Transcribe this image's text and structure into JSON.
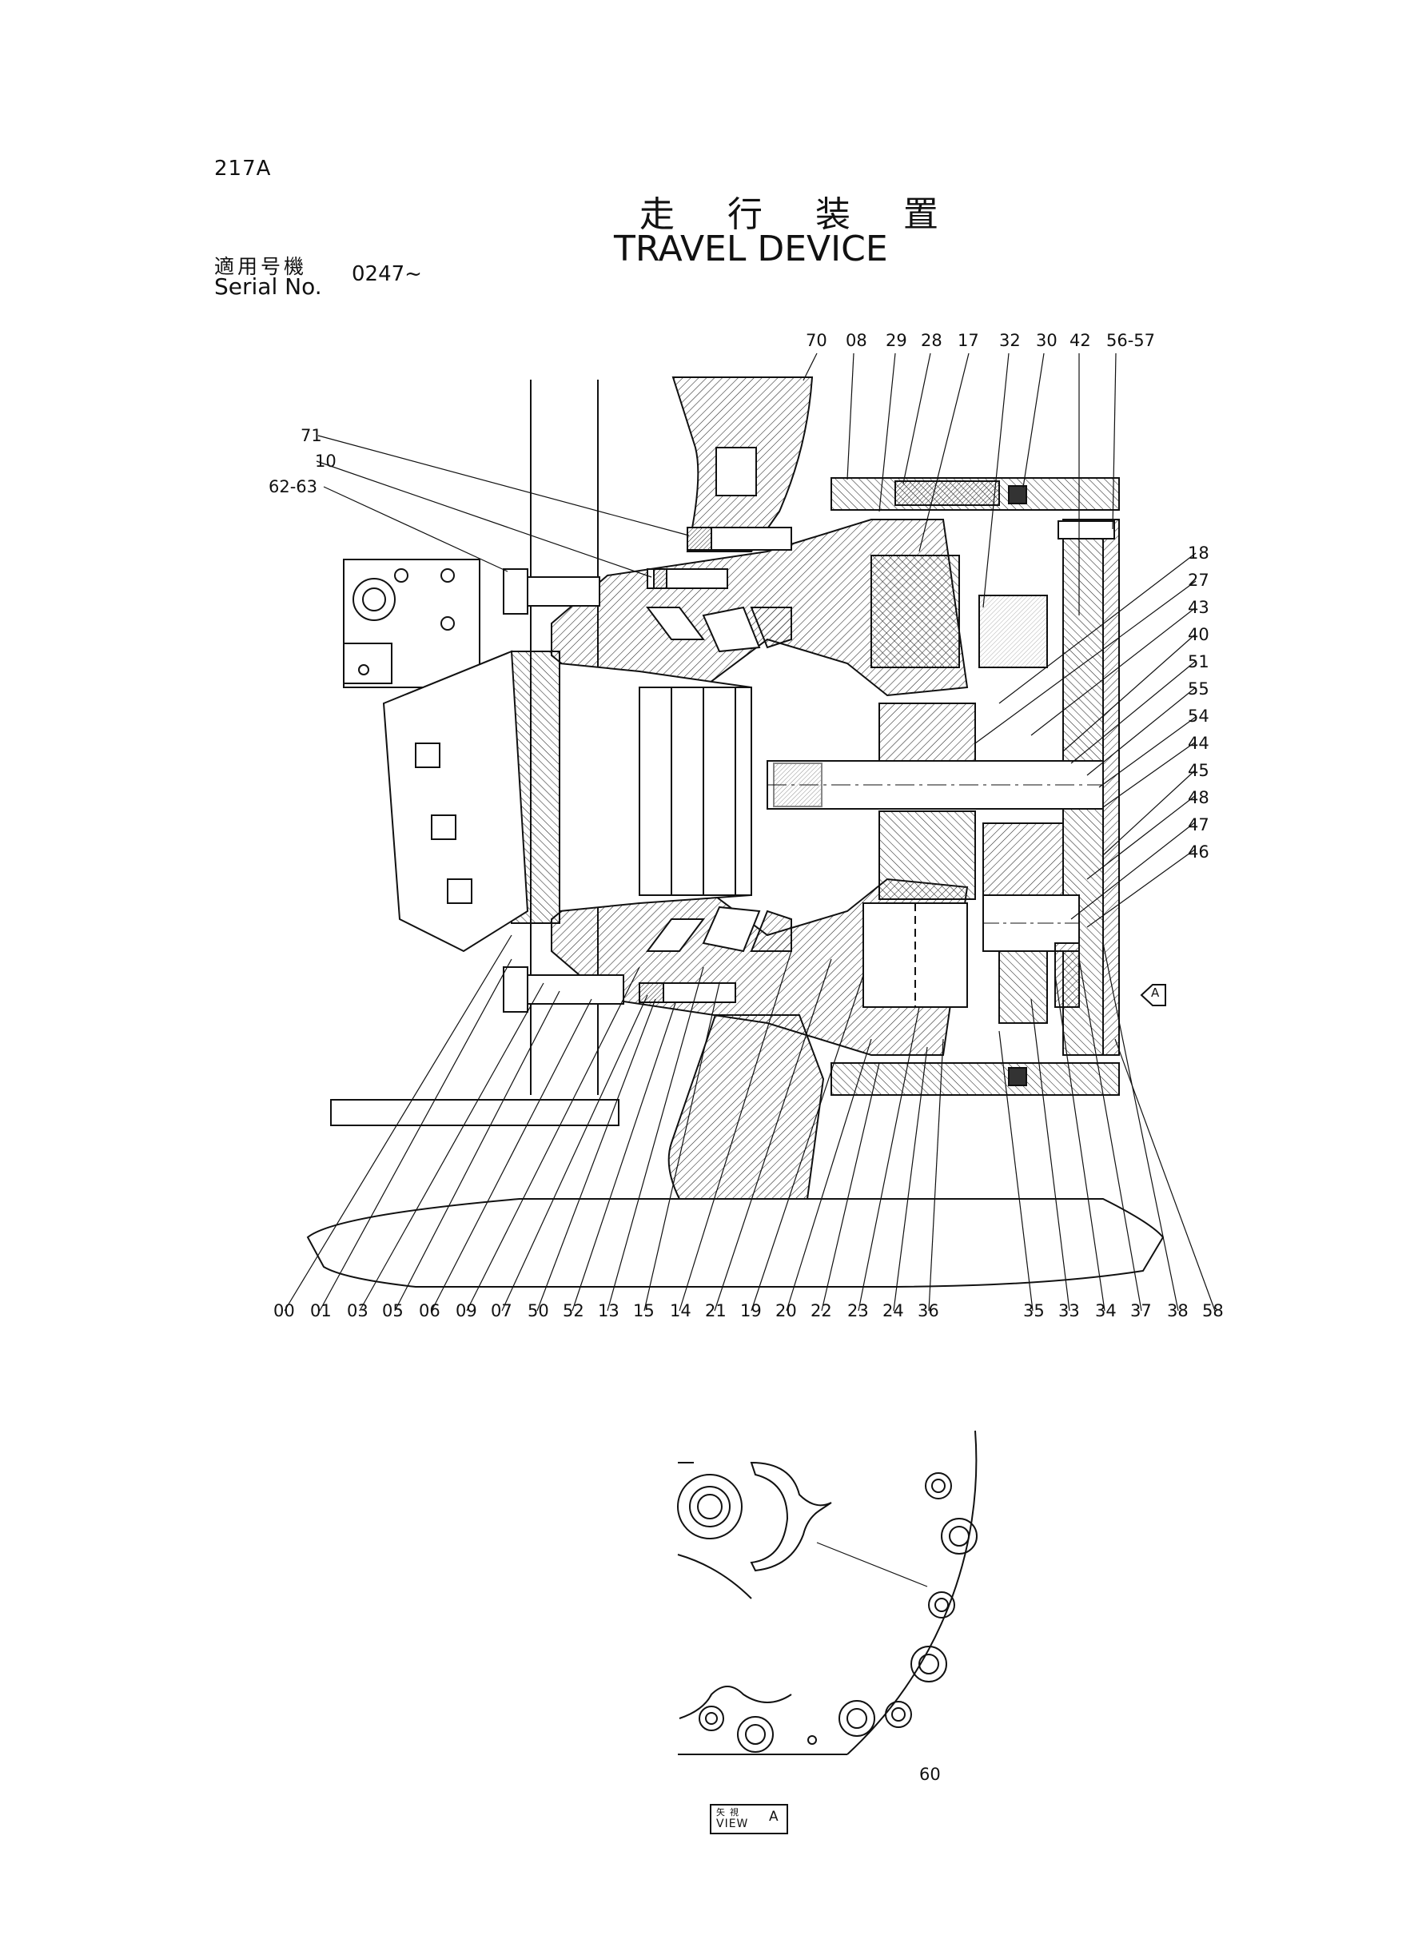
{
  "page": {
    "number": "217A",
    "title_jp": "走 行 装 置",
    "title_en": "TRAVEL DEVICE",
    "serial_label_jp": "適用号機",
    "serial_label_en": "Serial No.",
    "serial_value": "0247~"
  },
  "callouts": {
    "top": [
      "70",
      "08",
      "29",
      "28",
      "17",
      "32",
      "30",
      "42",
      "56-57"
    ],
    "left": [
      "71",
      "10",
      "62-63"
    ],
    "right": [
      "18",
      "27",
      "43",
      "40",
      "51",
      "55",
      "54",
      "44",
      "45",
      "48",
      "47",
      "46"
    ],
    "bottom": [
      "00",
      "01",
      "03",
      "05",
      "06",
      "09",
      "07",
      "50",
      "52",
      "13",
      "15",
      "14",
      "21",
      "19",
      "20",
      "22",
      "23",
      "24",
      "36",
      "35",
      "33",
      "34",
      "37",
      "38",
      "58"
    ],
    "view_a": [
      "60"
    ]
  },
  "view_marker": "A",
  "view_label": {
    "jp": "矢視",
    "en": "VIEW",
    "letter": "A"
  }
}
